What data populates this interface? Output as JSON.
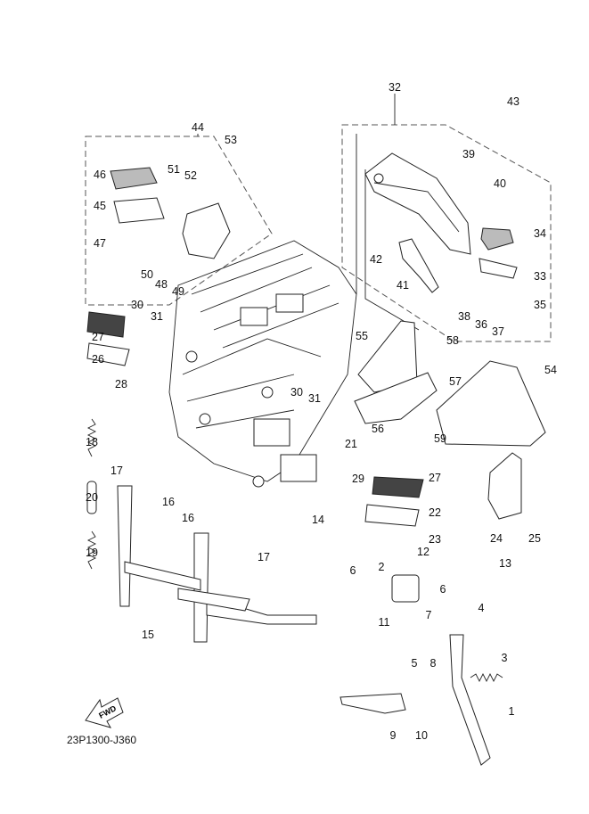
{
  "diagram_code": "23P1300-J360",
  "direction_badge": "FWD",
  "callouts": [
    "32",
    "43",
    "44",
    "53",
    "39",
    "40",
    "46",
    "51",
    "52",
    "45",
    "34",
    "47",
    "42",
    "33",
    "50",
    "48",
    "49",
    "41",
    "35",
    "38",
    "36",
    "37",
    "30",
    "31",
    "27",
    "55",
    "58",
    "54",
    "26",
    "28",
    "57",
    "30",
    "31",
    "56",
    "59",
    "18",
    "21",
    "17",
    "27",
    "29",
    "16",
    "20",
    "14",
    "22",
    "16",
    "24",
    "25",
    "23",
    "17",
    "19",
    "12",
    "13",
    "2",
    "6",
    "6",
    "7",
    "11",
    "15",
    "4",
    "5",
    "8",
    "3",
    "1",
    "9",
    "10"
  ],
  "colors": {
    "line": "#222222",
    "dashed_group": "#555555",
    "background": "#ffffff"
  }
}
